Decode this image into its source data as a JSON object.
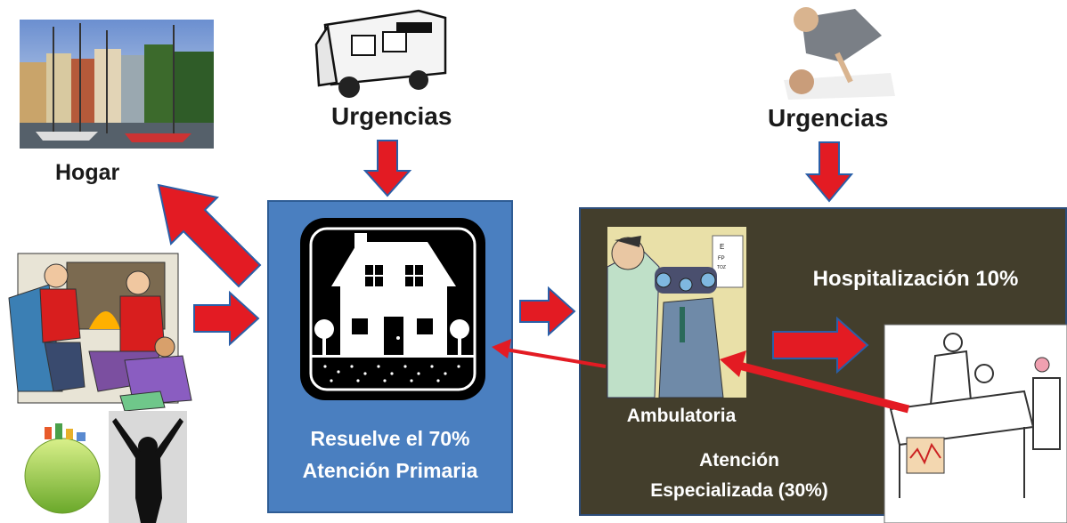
{
  "labels": {
    "hogar": "Hogar",
    "urgencias_left": "Urgencias",
    "urgencias_right": "Urgencias",
    "resuelve": "Resuelve el 70%",
    "atencion_primaria": "Atención Primaria",
    "hospitalizacion": "Hospitalización 10%",
    "ambulatoria": "Ambulatoria",
    "atencion": "Atención",
    "especializada": "Especializada (30%)"
  },
  "colors": {
    "arrow_red": "#e31b23",
    "arrow_blue_outline": "#2a5fa8",
    "primary_fill": "#4a7fc0",
    "specialized_fill": "#433e2c"
  },
  "icons": {
    "harbor": "harbor-town-photo",
    "ambulance": "ambulance-illustration",
    "cpr": "cpr-photo",
    "family": "family-at-fireplace-illustration",
    "globe": "eco-globe-icon",
    "silhouette": "celebrating-person-silhouette",
    "house": "house-icon",
    "eye_exam": "eye-doctor-illustration",
    "hospital_bed": "hospital-bed-sketch"
  }
}
